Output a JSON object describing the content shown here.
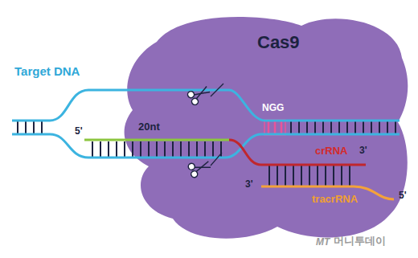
{
  "diagram": {
    "nodes": [
      {
        "text": [
          "Cas9"
        ]
      }
    ],
    "labels": [
      "Target DNA",
      "5'",
      "20nt",
      "NGG",
      "crRNA",
      "3'",
      "3'",
      "tracrRNA",
      "5'",
      "MT",
      "머니투데이"
    ]
  }
}
